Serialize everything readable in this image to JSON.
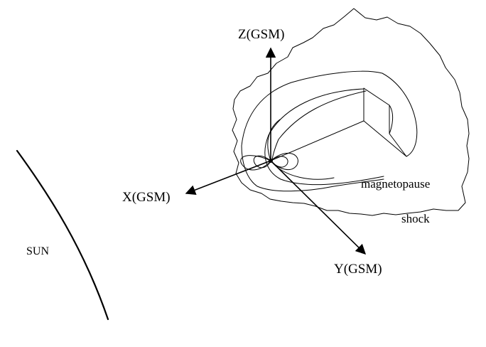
{
  "diagram": {
    "labels": {
      "z_axis": "Z(GSM)",
      "x_axis": "X(GSM)",
      "y_axis": "Y(GSM)",
      "magnetopause": "magnetopause",
      "shock": "shock",
      "sun": "SUN"
    },
    "colors": {
      "line": "#000000",
      "background": "#ffffff"
    }
  }
}
